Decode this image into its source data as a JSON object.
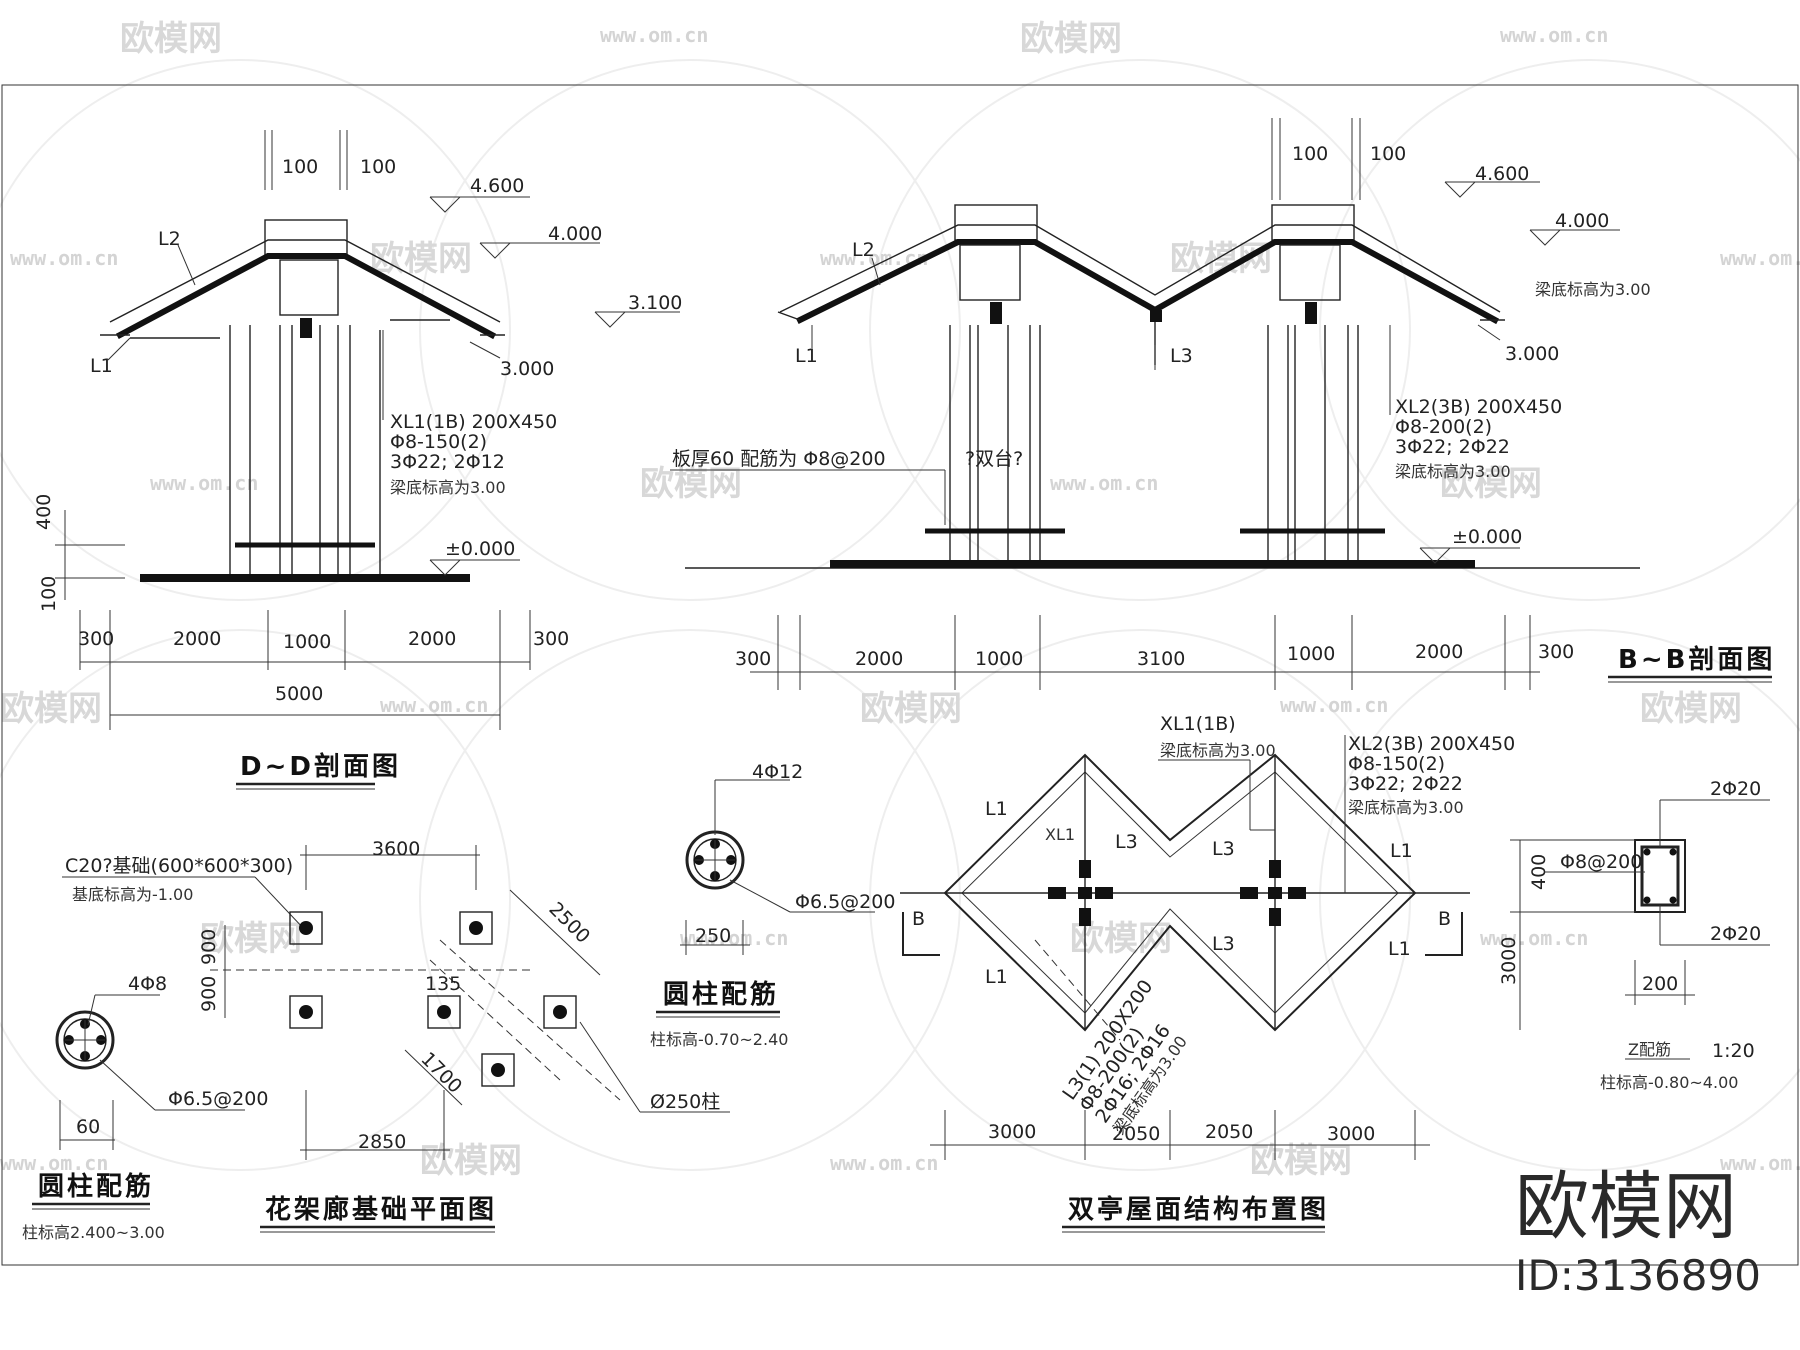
{
  "watermark": {
    "logo_text": "欧模网",
    "url_text": "www.om.cn"
  },
  "brand": {
    "name": "欧模网",
    "id": "ID:3136890"
  },
  "section_dd": {
    "title": "D~D剖面图",
    "dims_top": [
      "100",
      "100"
    ],
    "levels": [
      "4.600",
      "4.000",
      "3.100",
      "3.000",
      "±0.000"
    ],
    "labels": {
      "l2": "L2",
      "l1": "L1"
    },
    "beam_note": [
      "XL1(1B) 200X450",
      "Φ8-150(2)",
      "3Φ22; 2Φ12",
      "梁底标高为3.00"
    ],
    "vert_dims": [
      "400",
      "100"
    ],
    "dims_bottom": [
      "300",
      "2000",
      "1000",
      "2000",
      "300"
    ],
    "dim_total": "5000"
  },
  "section_bb": {
    "title": "B~B剖面图",
    "dims_top": [
      "100",
      "100"
    ],
    "levels": [
      "4.600",
      "4.000",
      "3.000",
      "±0.000"
    ],
    "level_note": "梁底标高为3.00",
    "labels": {
      "l2": "L2",
      "l1": "L1",
      "l3": "L3"
    },
    "slab_note": "板厚60 配筋为 Φ8@200",
    "mid_note": "?双台?",
    "beam_note": [
      "XL2(3B) 200X450",
      "Φ8-200(2)",
      "3Φ22; 2Φ22",
      "梁底标高为3.00"
    ],
    "dims_bottom": [
      "300",
      "2000",
      "1000",
      "3100",
      "1000",
      "2000",
      "300"
    ]
  },
  "column_left": {
    "title": "圆柱配筋",
    "top": "4Φ8",
    "stirrup": "Φ6.5@200",
    "dim": "60",
    "note": "柱标高2.400~3.00"
  },
  "foundation_plan": {
    "title": "花架廊基础平面图",
    "footing_note": "C20?基础(600*600*300)",
    "footing_level": "基底标高为-1.00",
    "dims": [
      "3600",
      "2500",
      "900",
      "900",
      "135",
      "1700",
      "2850"
    ],
    "column_note": "Ø250柱"
  },
  "column_mid": {
    "title": "圆柱配筋",
    "top": "4Φ12",
    "dim": "250",
    "stirrup": "Φ6.5@200",
    "note": "柱标高-0.70~2.40"
  },
  "roof_plan": {
    "title": "双亭屋面结构布置图",
    "beam_xl1": [
      "XL1(1B)",
      "梁底标高为3.00"
    ],
    "beam_xl2": [
      "XL2(3B) 200X450",
      "Φ8-150(2)",
      "3Φ22; 2Φ22",
      "梁底标高为3.00"
    ],
    "labels": [
      "L1",
      "L1",
      "L1",
      "L1",
      "XL1",
      "L3",
      "L3",
      "L3"
    ],
    "section_marks": [
      "B",
      "B"
    ],
    "l3_note": [
      "L3(1) 200X200",
      "Φ8-200(2)",
      "2Φ16; 2Φ16",
      "梁底标高为3.00"
    ],
    "dims_bottom": [
      "3000",
      "2050",
      "2050",
      "3000"
    ]
  },
  "column_z": {
    "title": "Z配筋",
    "scale": "1:20",
    "top": "2Φ20",
    "stirrup": "Φ8@200",
    "bottom": "2Φ20",
    "dim_h": "400",
    "dim_w": "200",
    "dim_v": "3000",
    "note": "柱标高-0.80~4.00"
  }
}
